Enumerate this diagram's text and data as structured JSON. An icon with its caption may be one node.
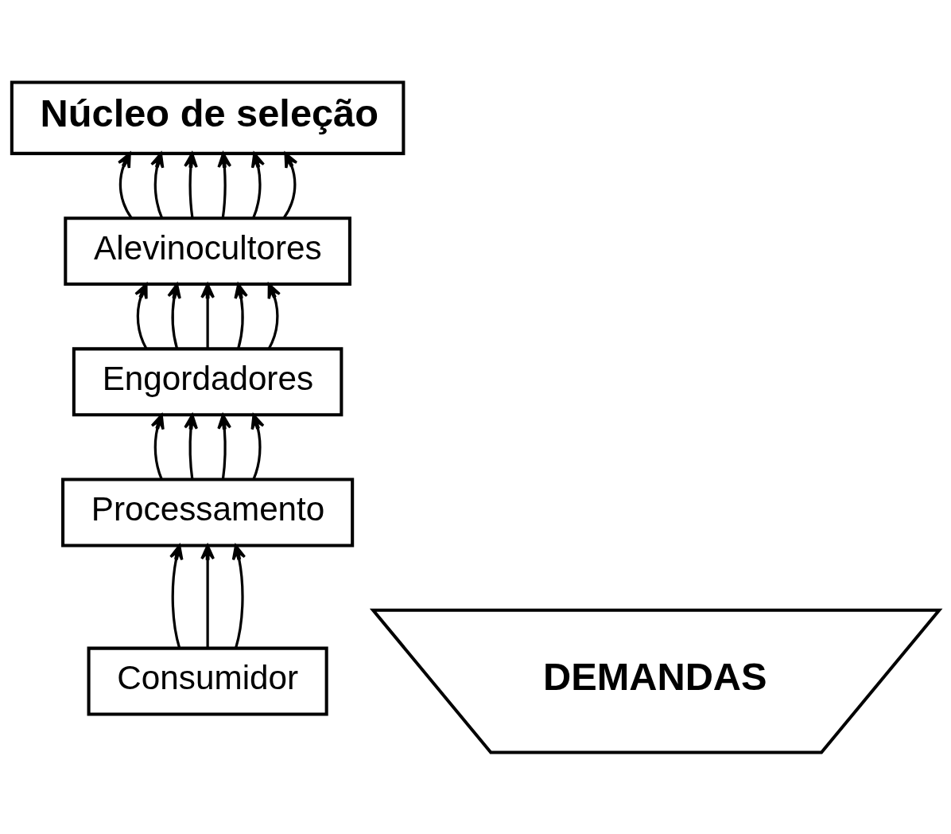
{
  "diagram": {
    "nodes": [
      {
        "text": [
          "Núcleo de seleção"
        ]
      },
      {
        "text": [
          "Alevinocultores"
        ]
      },
      {
        "text": [
          "Engordadores"
        ]
      },
      {
        "text": [
          "Processamento"
        ]
      },
      {
        "text": [
          "Consumidor"
        ]
      },
      {
        "text": [
          "DEMANDAS"
        ]
      }
    ],
    "edges": [
      {
        "from": 1,
        "to": 0,
        "arrow": "to"
      },
      {
        "from": 1,
        "to": 0,
        "arrow": "to"
      },
      {
        "from": 1,
        "to": 0,
        "arrow": "to"
      },
      {
        "from": 1,
        "to": 0,
        "arrow": "to"
      },
      {
        "from": 1,
        "to": 0,
        "arrow": "to"
      },
      {
        "from": 1,
        "to": 0,
        "arrow": "to"
      },
      {
        "from": 2,
        "to": 1,
        "arrow": "to"
      },
      {
        "from": 2,
        "to": 1,
        "arrow": "to"
      },
      {
        "from": 2,
        "to": 1,
        "arrow": "to"
      },
      {
        "from": 2,
        "to": 1,
        "arrow": "to"
      },
      {
        "from": 2,
        "to": 1,
        "arrow": "to"
      },
      {
        "from": 3,
        "to": 2,
        "arrow": "to"
      },
      {
        "from": 3,
        "to": 2,
        "arrow": "to"
      },
      {
        "from": 3,
        "to": 2,
        "arrow": "to"
      },
      {
        "from": 3,
        "to": 2,
        "arrow": "to"
      },
      {
        "from": 4,
        "to": 3,
        "arrow": "to"
      },
      {
        "from": 4,
        "to": 3,
        "arrow": "to"
      },
      {
        "from": 4,
        "to": 3,
        "arrow": "to"
      }
    ]
  }
}
